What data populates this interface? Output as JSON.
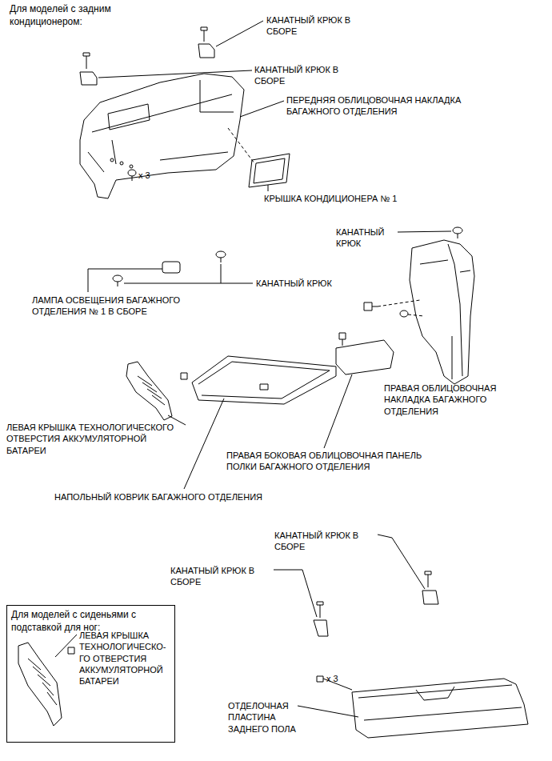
{
  "diagram": {
    "nodes": [
      {
        "text": [
          "Для моделей с сиденьями с подставкой для ног:",
          "ЛЕВАЯ КРЫШКА ТЕХНОЛОГИЧЕСКО- ГО ОТВЕРСТИЯ АККУМУЛЯТОРНОЙ БАТАРЕИ"
        ]
      }
    ],
    "labels": [
      "Для моделей с задним кондиционером:",
      "КАНАТНЫЙ КРЮК В СБОРЕ",
      "КАНАТНЫЙ КРЮК В СБОРЕ",
      "ПЕРЕДНЯЯ ОБЛИЦОВОЧНАЯ НАКЛАДКА БАГАЖНОГО ОТДЕЛЕНИЯ",
      "x 3",
      "КРЫШКА КОНДИЦИОНЕРА № 1",
      "КАНАТНЫЙ КРЮК",
      "ЛАМПА ОСВЕЩЕНИЯ БАГАЖНОГО ОТДЕЛЕНИЯ № 1 В СБОРЕ",
      "КАНАТНЫЙ КРЮК",
      "ПРАВАЯ ОБЛИЦОВОЧНАЯ НАКЛАДКА БАГАЖНОГО ОТДЕЛЕНИЯ",
      "ЛЕВАЯ КРЫШКА ТЕХНОЛОГИЧЕСКОГО ОТВЕРСТИЯ АККУМУЛЯТОРНОЙ БАТАРЕИ",
      "ПРАВАЯ БОКОВАЯ ОБЛИЦОВОЧНАЯ ПАНЕЛЬ ПОЛКИ БАГАЖНОГО ОТДЕЛЕНИЯ",
      "НАПОЛЬНЫЙ КОВРИК БАГАЖНОГО ОТДЕЛЕНИЯ",
      "КАНАТНЫЙ КРЮК В СБОРЕ",
      "КАНАТНЫЙ КРЮК В СБОРЕ",
      "x 3",
      "ОТДЕЛОЧНАЯ ПЛАСТИНА ЗАДНЕГО ПОЛА"
    ]
  }
}
